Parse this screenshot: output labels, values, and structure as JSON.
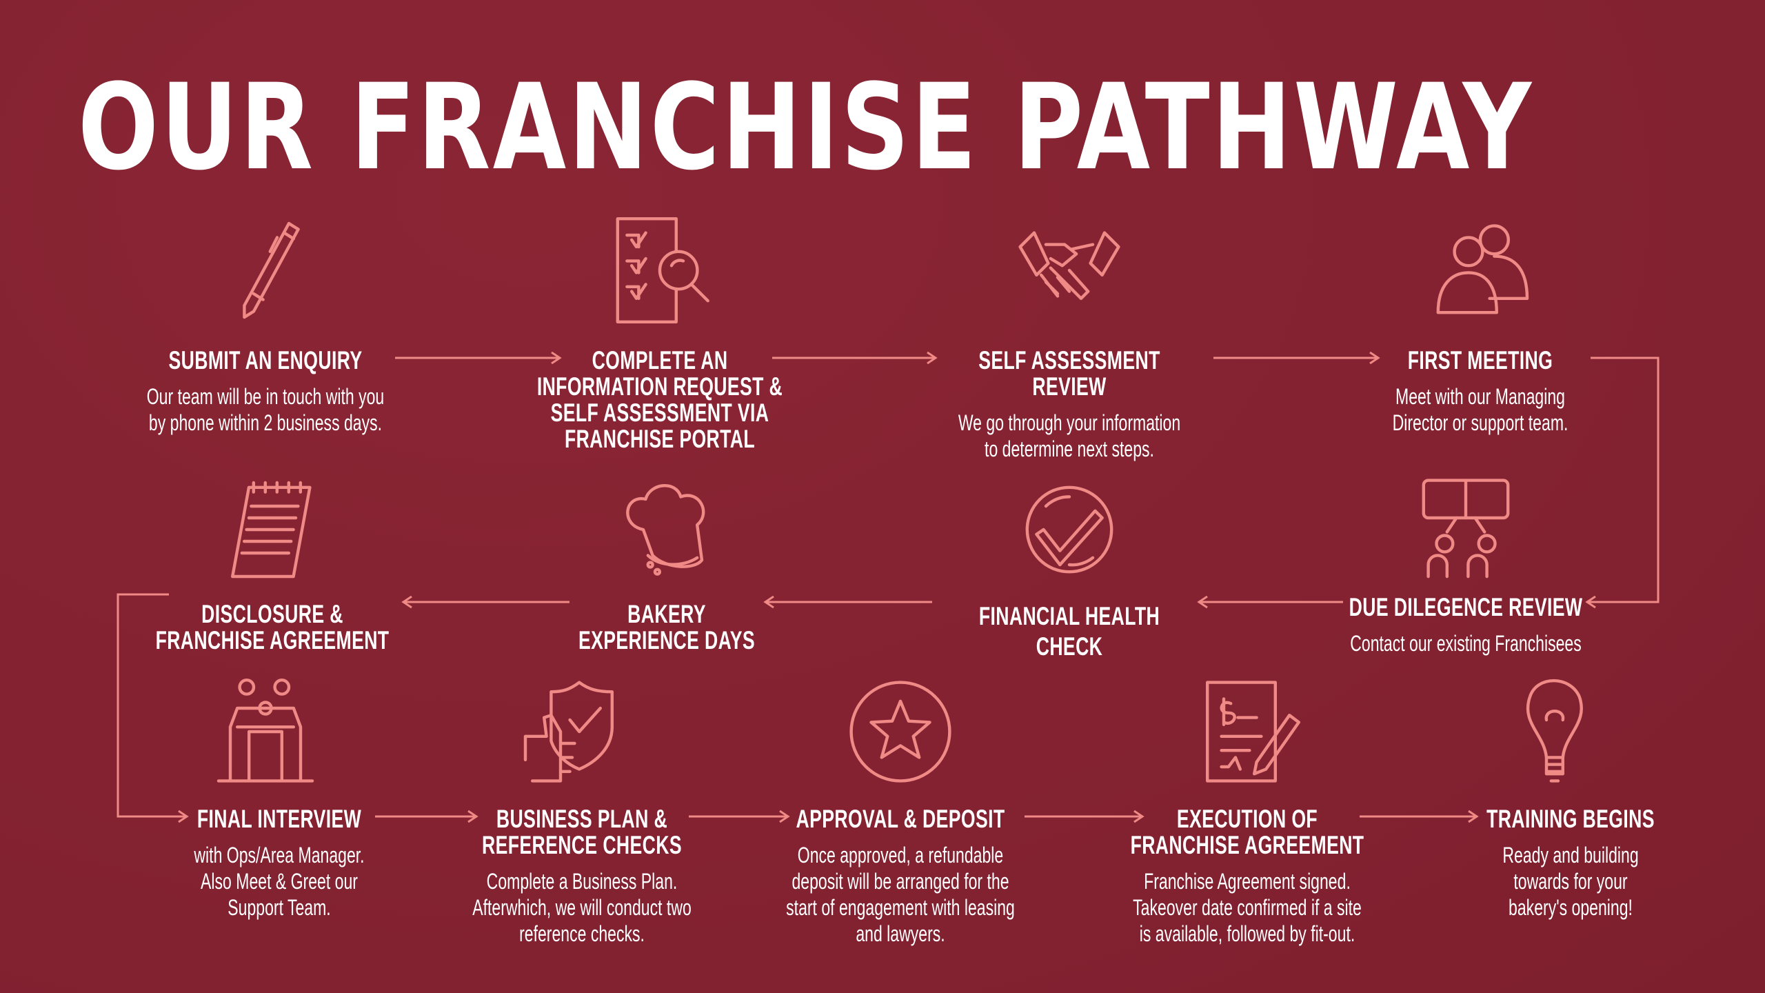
{
  "title": "OUR FRANCHISE PATHWAY",
  "colors": {
    "background": "#852331",
    "accent": "#f08a86",
    "text": "#ffffff"
  },
  "steps": [
    {
      "icon": "pen-icon",
      "title": [
        "SUBMIT AN ENQUIRY"
      ],
      "desc": [
        "Our team will be in touch with you",
        "by phone within 2 business days."
      ]
    },
    {
      "icon": "checklist-search-icon",
      "title": [
        "COMPLETE AN",
        "INFORMATION REQUEST &",
        "SELF ASSESSMENT VIA",
        "FRANCHISE PORTAL"
      ],
      "desc": []
    },
    {
      "icon": "handshake-icon",
      "title": [
        "SELF ASSESSMENT",
        "REVIEW"
      ],
      "desc": [
        "We go through your information",
        "to determine next steps."
      ]
    },
    {
      "icon": "two-people-icon",
      "title": [
        "FIRST MEETING"
      ],
      "desc": [
        "Meet with our Managing",
        "Director or support team."
      ]
    },
    {
      "icon": "meeting-board-icon",
      "title": [
        "DUE DILEGENCE REVIEW"
      ],
      "desc": [
        "Contact our existing Franchisees"
      ]
    },
    {
      "icon": "check-circle-icon",
      "title": [
        "FINANCIAL HEALTH",
        "CHECK"
      ],
      "desc": []
    },
    {
      "icon": "chef-hat-icon",
      "title": [
        "BAKERY",
        "EXPERIENCE DAYS"
      ],
      "desc": []
    },
    {
      "icon": "notepad-icon",
      "title": [
        "DISCLOSURE &",
        "FRANCHISE AGREEMENT"
      ],
      "desc": []
    },
    {
      "icon": "interview-people-icon",
      "title": [
        "FINAL INTERVIEW"
      ],
      "desc": [
        "with Ops/Area Manager.",
        "Also Meet & Greet our",
        "Support Team."
      ]
    },
    {
      "icon": "thumbs-up-shield-icon",
      "title": [
        "BUSINESS PLAN &",
        "REFERENCE CHECKS"
      ],
      "desc": [
        "Complete a Business Plan.",
        "Afterwhich, we will conduct two",
        "reference checks."
      ]
    },
    {
      "icon": "star-circle-icon",
      "title": [
        "APPROVAL & DEPOSIT"
      ],
      "desc": [
        "Once approved, a refundable",
        "deposit will be arranged for the",
        "start of engagement with leasing",
        "and lawyers."
      ]
    },
    {
      "icon": "contract-sign-icon",
      "title": [
        "EXECUTION OF",
        "FRANCHISE AGREEMENT"
      ],
      "desc": [
        "Franchise Agreement signed.",
        "Takeover date confirmed if a site",
        "is available, followed by fit-out."
      ]
    },
    {
      "icon": "lightbulb-icon",
      "title": [
        "TRAINING BEGINS"
      ],
      "desc": [
        "Ready and building",
        "towards for your",
        "bakery's opening!"
      ]
    }
  ]
}
